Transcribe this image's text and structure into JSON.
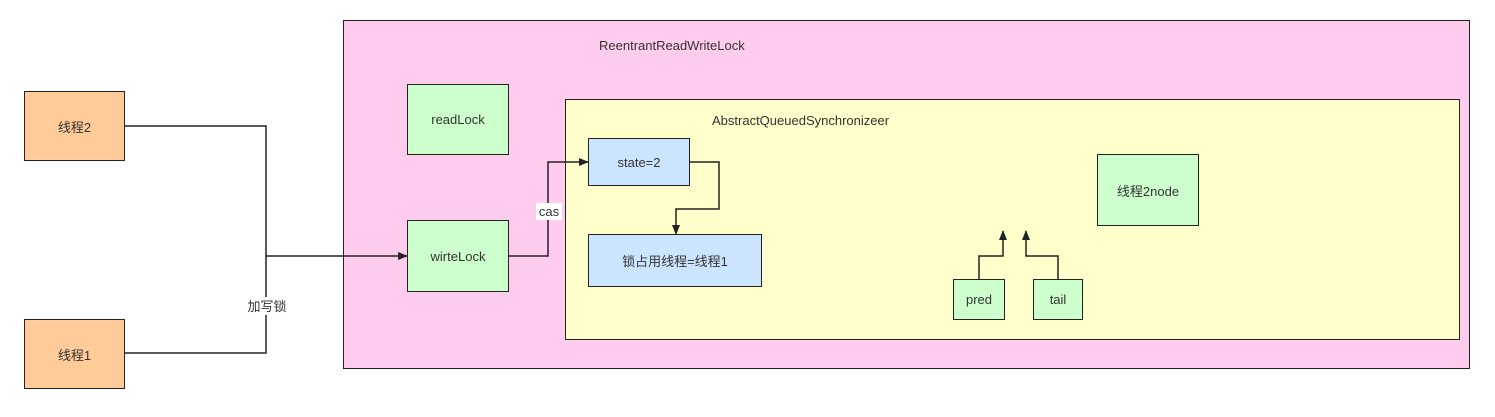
{
  "diagram": {
    "outer_container": {
      "title": "ReentrantReadWriteLock"
    },
    "inner_container": {
      "title": "AbstractQueuedSynchronizeer"
    },
    "nodes": {
      "thread2": "线程2",
      "thread1": "线程1",
      "read_lock": "readLock",
      "write_lock": "wirteLock",
      "state": "state=2",
      "owner_thread": "锁占用线程=线程1",
      "thread2_node": "线程2node",
      "pred": "pred",
      "tail": "tail"
    },
    "edge_labels": {
      "acquire_write_lock": "加写锁",
      "cas": "cas"
    },
    "colors": {
      "thread": "#ffcc99",
      "lock": "#ccffcc",
      "state": "#cce5ff",
      "outer": "#ffccee",
      "inner": "#ffffcc",
      "stroke": "#222222"
    }
  }
}
